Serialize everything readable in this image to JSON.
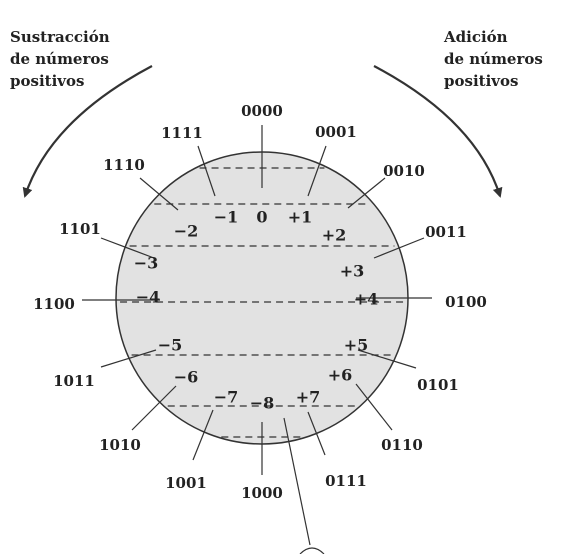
{
  "captions": {
    "left": [
      "Sustracción",
      "de números",
      "positivos"
    ],
    "right": [
      "Adición",
      "de números",
      "positivos"
    ]
  },
  "wheel": [
    {
      "code": "0000",
      "value": "0"
    },
    {
      "code": "0001",
      "value": "+1"
    },
    {
      "code": "0010",
      "value": "+2"
    },
    {
      "code": "0011",
      "value": "+3"
    },
    {
      "code": "0100",
      "value": "+4"
    },
    {
      "code": "0101",
      "value": "+5"
    },
    {
      "code": "0110",
      "value": "+6"
    },
    {
      "code": "0111",
      "value": "+7"
    },
    {
      "code": "1000",
      "value": "−8"
    },
    {
      "code": "1001",
      "value": "−7"
    },
    {
      "code": "1010",
      "value": "−6"
    },
    {
      "code": "1011",
      "value": "−5"
    },
    {
      "code": "1100",
      "value": "−4"
    },
    {
      "code": "1101",
      "value": "−3"
    },
    {
      "code": "1110",
      "value": "−2"
    },
    {
      "code": "1111",
      "value": "−1"
    }
  ],
  "colors": {
    "circle_fill": "#e2e2e2",
    "stroke": "#333333",
    "text": "#222222"
  }
}
